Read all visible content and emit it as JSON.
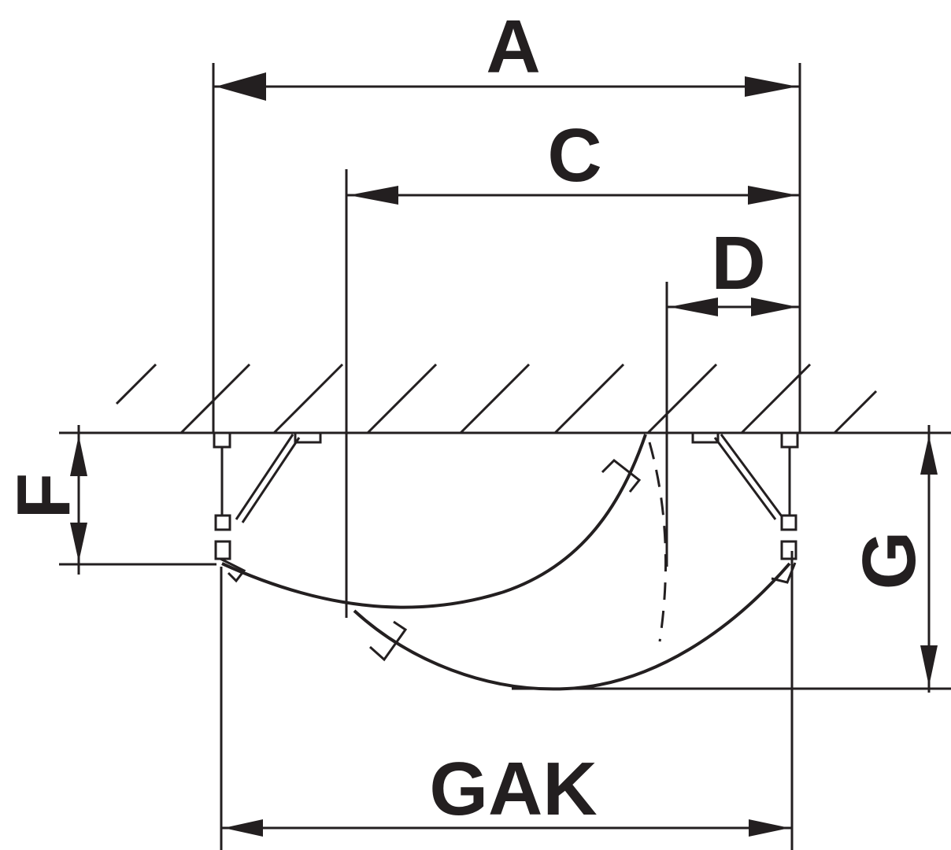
{
  "diagram": {
    "type": "shower door opening dimension drawing",
    "labels": {
      "a": "A",
      "c": "C",
      "d": "D",
      "f": "F",
      "g": "G",
      "gak": "GAK"
    },
    "colors": {
      "line": "#231f20",
      "background": "#ffffff"
    }
  }
}
